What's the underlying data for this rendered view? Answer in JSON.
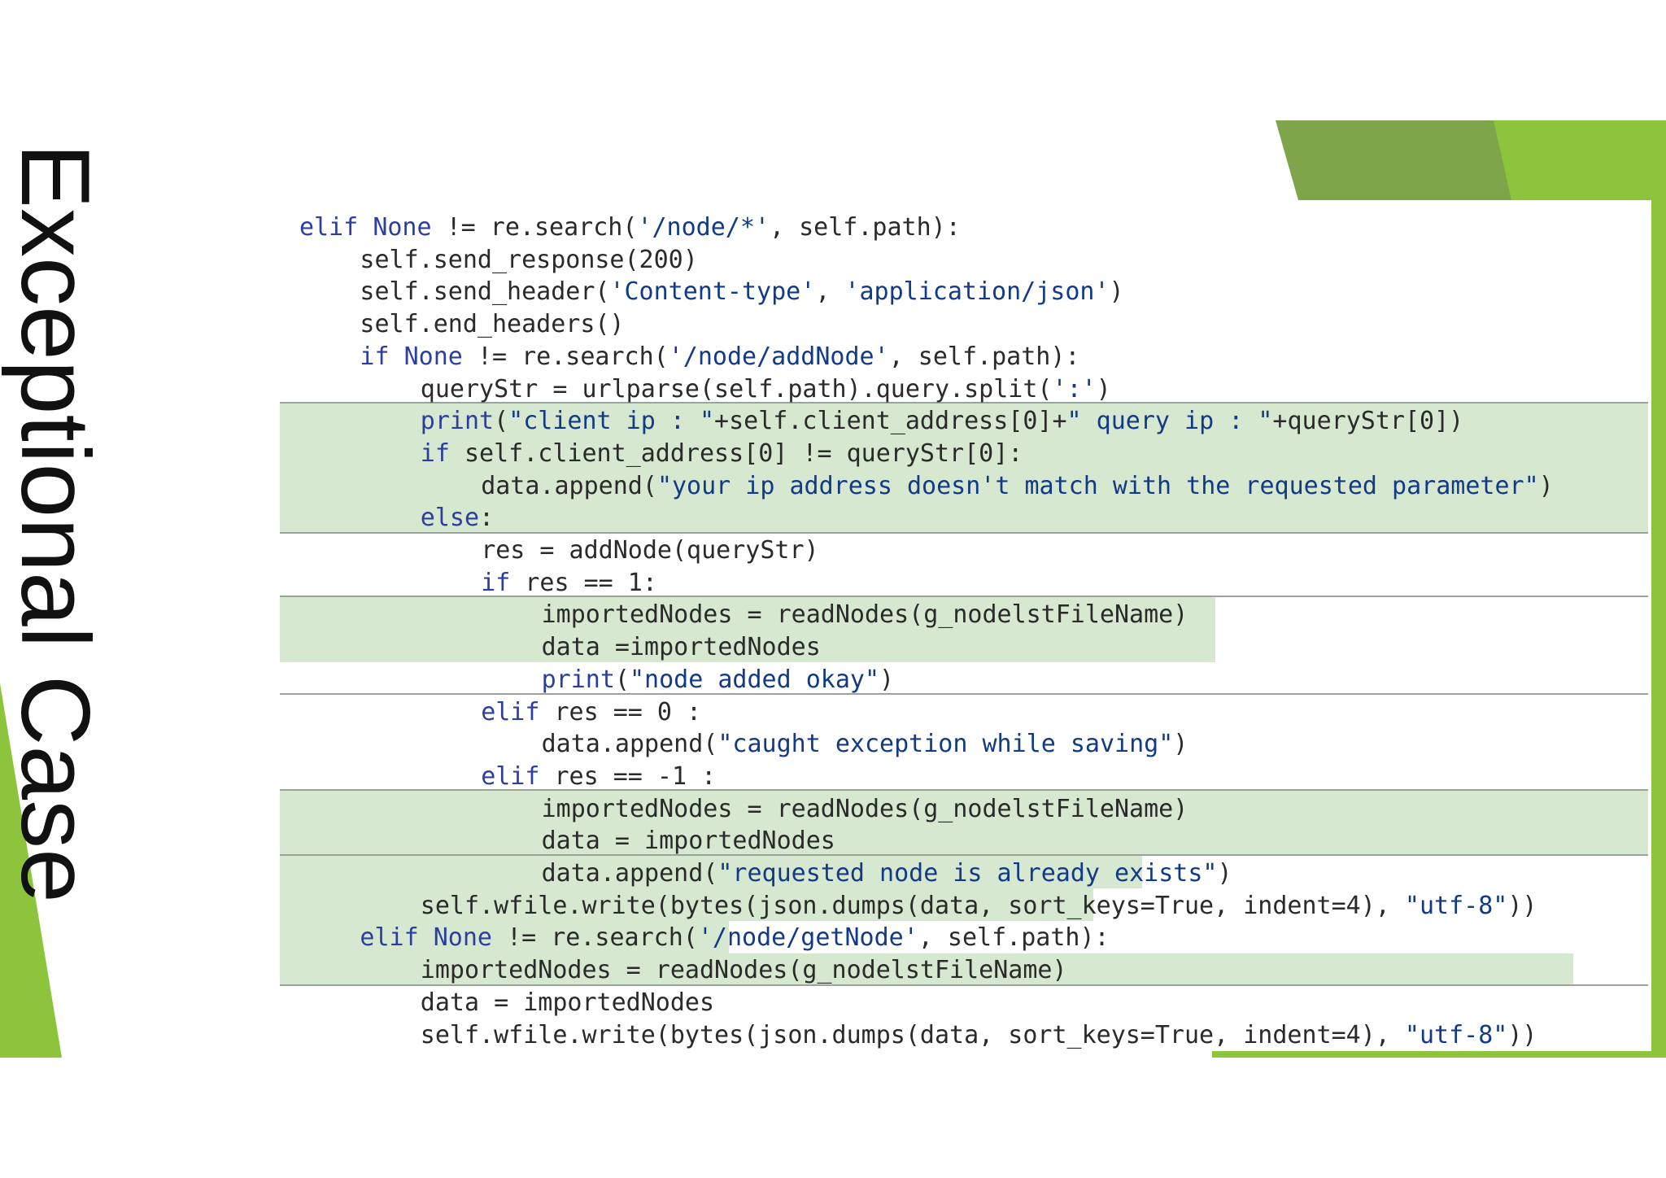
{
  "slide": {
    "title": "Exceptional Case",
    "colors": {
      "accent_green": "#8cc43c",
      "dark_green": "#6e9e3a",
      "highlight_band": "#d6e8cf",
      "keyword": "#2c3fa0",
      "string": "#123a86",
      "text": "#2a2a2a"
    }
  },
  "code": {
    "language": "python",
    "lines": [
      {
        "indent": 0,
        "segments": [
          {
            "k": "kw",
            "t": "elif"
          },
          {
            "k": "",
            "t": " "
          },
          {
            "k": "kw",
            "t": "None"
          },
          {
            "k": "",
            "t": " != re.search("
          },
          {
            "k": "str",
            "t": "'/node/*'"
          },
          {
            "k": "",
            "t": ", self.path):"
          }
        ]
      },
      {
        "indent": 4,
        "segments": [
          {
            "k": "",
            "t": "self.send_response(200)"
          }
        ]
      },
      {
        "indent": 4,
        "segments": [
          {
            "k": "",
            "t": "self.send_header("
          },
          {
            "k": "str",
            "t": "'Content-type'"
          },
          {
            "k": "",
            "t": ", "
          },
          {
            "k": "str",
            "t": "'application/json'"
          },
          {
            "k": "",
            "t": ")"
          }
        ]
      },
      {
        "indent": 4,
        "segments": [
          {
            "k": "",
            "t": "self.end_headers()"
          }
        ]
      },
      {
        "indent": 4,
        "segments": [
          {
            "k": "kw",
            "t": "if"
          },
          {
            "k": "",
            "t": " "
          },
          {
            "k": "kw",
            "t": "None"
          },
          {
            "k": "",
            "t": " != re.search("
          },
          {
            "k": "str",
            "t": "'/node/addNode'"
          },
          {
            "k": "",
            "t": ", self.path):"
          }
        ]
      },
      {
        "indent": 8,
        "segments": [
          {
            "k": "",
            "t": "queryStr = urlparse(self.path).query.split("
          },
          {
            "k": "str",
            "t": "':'"
          },
          {
            "k": "",
            "t": ")"
          }
        ]
      },
      {
        "indent": 8,
        "segments": [
          {
            "k": "kw",
            "t": "print"
          },
          {
            "k": "",
            "t": "("
          },
          {
            "k": "str",
            "t": "\"client ip : \""
          },
          {
            "k": "",
            "t": "+self.client_address[0]+"
          },
          {
            "k": "str",
            "t": "\" query ip : \""
          },
          {
            "k": "",
            "t": "+queryStr[0])"
          }
        ]
      },
      {
        "indent": 8,
        "segments": [
          {
            "k": "kw",
            "t": "if"
          },
          {
            "k": "",
            "t": " self.client_address[0] != queryStr[0]:"
          }
        ]
      },
      {
        "indent": 12,
        "segments": [
          {
            "k": "",
            "t": "data.append("
          },
          {
            "k": "str",
            "t": "\"your ip address doesn't match with the requested parameter\""
          },
          {
            "k": "",
            "t": ")"
          }
        ]
      },
      {
        "indent": 8,
        "segments": [
          {
            "k": "kw",
            "t": "else"
          },
          {
            "k": "",
            "t": ":"
          }
        ]
      },
      {
        "indent": 12,
        "segments": [
          {
            "k": "",
            "t": "res = addNode(queryStr)"
          }
        ]
      },
      {
        "indent": 12,
        "segments": [
          {
            "k": "kw",
            "t": "if"
          },
          {
            "k": "",
            "t": " res == 1:"
          }
        ]
      },
      {
        "indent": 16,
        "segments": [
          {
            "k": "",
            "t": "importedNodes = readNodes(g_nodelstFileName)"
          }
        ]
      },
      {
        "indent": 16,
        "segments": [
          {
            "k": "",
            "t": "data =importedNodes"
          }
        ]
      },
      {
        "indent": 16,
        "segments": [
          {
            "k": "kw",
            "t": "print"
          },
          {
            "k": "",
            "t": "("
          },
          {
            "k": "str",
            "t": "\"node added okay\""
          },
          {
            "k": "",
            "t": ")"
          }
        ]
      },
      {
        "indent": 12,
        "segments": [
          {
            "k": "kw",
            "t": "elif"
          },
          {
            "k": "",
            "t": " res == 0 :"
          }
        ]
      },
      {
        "indent": 16,
        "segments": [
          {
            "k": "",
            "t": "data.append("
          },
          {
            "k": "str",
            "t": "\"caught exception while saving\""
          },
          {
            "k": "",
            "t": ")"
          }
        ]
      },
      {
        "indent": 12,
        "segments": [
          {
            "k": "kw",
            "t": "elif"
          },
          {
            "k": "",
            "t": " res == -1 :"
          }
        ]
      },
      {
        "indent": 16,
        "segments": [
          {
            "k": "",
            "t": "importedNodes = readNodes(g_nodelstFileName)"
          }
        ]
      },
      {
        "indent": 16,
        "segments": [
          {
            "k": "",
            "t": "data = importedNodes"
          }
        ]
      },
      {
        "indent": 16,
        "segments": [
          {
            "k": "",
            "t": "data.append("
          },
          {
            "k": "str",
            "t": "\"requested node is already exists\""
          },
          {
            "k": "",
            "t": ")"
          }
        ]
      },
      {
        "indent": 8,
        "segments": [
          {
            "k": "",
            "t": "self.wfile.write(bytes(json.dumps(data, sort_keys=True, indent=4), "
          },
          {
            "k": "str",
            "t": "\"utf-8\""
          },
          {
            "k": "",
            "t": "))"
          }
        ]
      },
      {
        "indent": 4,
        "segments": [
          {
            "k": "kw",
            "t": "elif"
          },
          {
            "k": "",
            "t": " "
          },
          {
            "k": "kw",
            "t": "None"
          },
          {
            "k": "",
            "t": " != re.search("
          },
          {
            "k": "str",
            "t": "'/node/getNode'"
          },
          {
            "k": "",
            "t": ", self.path):"
          }
        ]
      },
      {
        "indent": 8,
        "segments": [
          {
            "k": "",
            "t": "importedNodes = readNodes(g_nodelstFileName)"
          }
        ]
      },
      {
        "indent": 8,
        "segments": [
          {
            "k": "",
            "t": "data = importedNodes"
          }
        ]
      },
      {
        "indent": 8,
        "segments": [
          {
            "k": "",
            "t": "self.wfile.write(bytes(json.dumps(data, sort_keys=True, indent=4), "
          },
          {
            "k": "str",
            "t": "\"utf-8\""
          },
          {
            "k": "",
            "t": "))"
          }
        ]
      }
    ]
  }
}
